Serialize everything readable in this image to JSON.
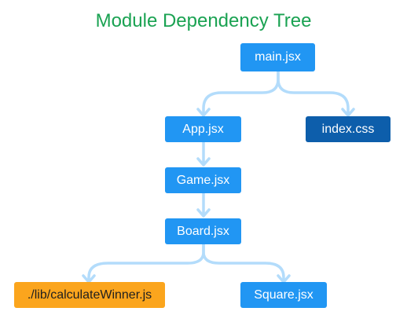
{
  "title": "Module Dependency Tree",
  "colors": {
    "title": "#1aa252",
    "node_default": "#2196f3",
    "node_css": "#0d5eab",
    "node_lib": "#fba51d",
    "edge": "#b3dcfb"
  },
  "nodes": {
    "main": "main.jsx",
    "app": "App.jsx",
    "index_css": "index.css",
    "game": "Game.jsx",
    "board": "Board.jsx",
    "calculate_winner": "./lib/calculateWinner.js",
    "square": "Square.jsx"
  },
  "edges": [
    [
      "main.jsx",
      "App.jsx"
    ],
    [
      "main.jsx",
      "index.css"
    ],
    [
      "App.jsx",
      "Game.jsx"
    ],
    [
      "Game.jsx",
      "Board.jsx"
    ],
    [
      "Board.jsx",
      "./lib/calculateWinner.js"
    ],
    [
      "Board.jsx",
      "Square.jsx"
    ]
  ]
}
